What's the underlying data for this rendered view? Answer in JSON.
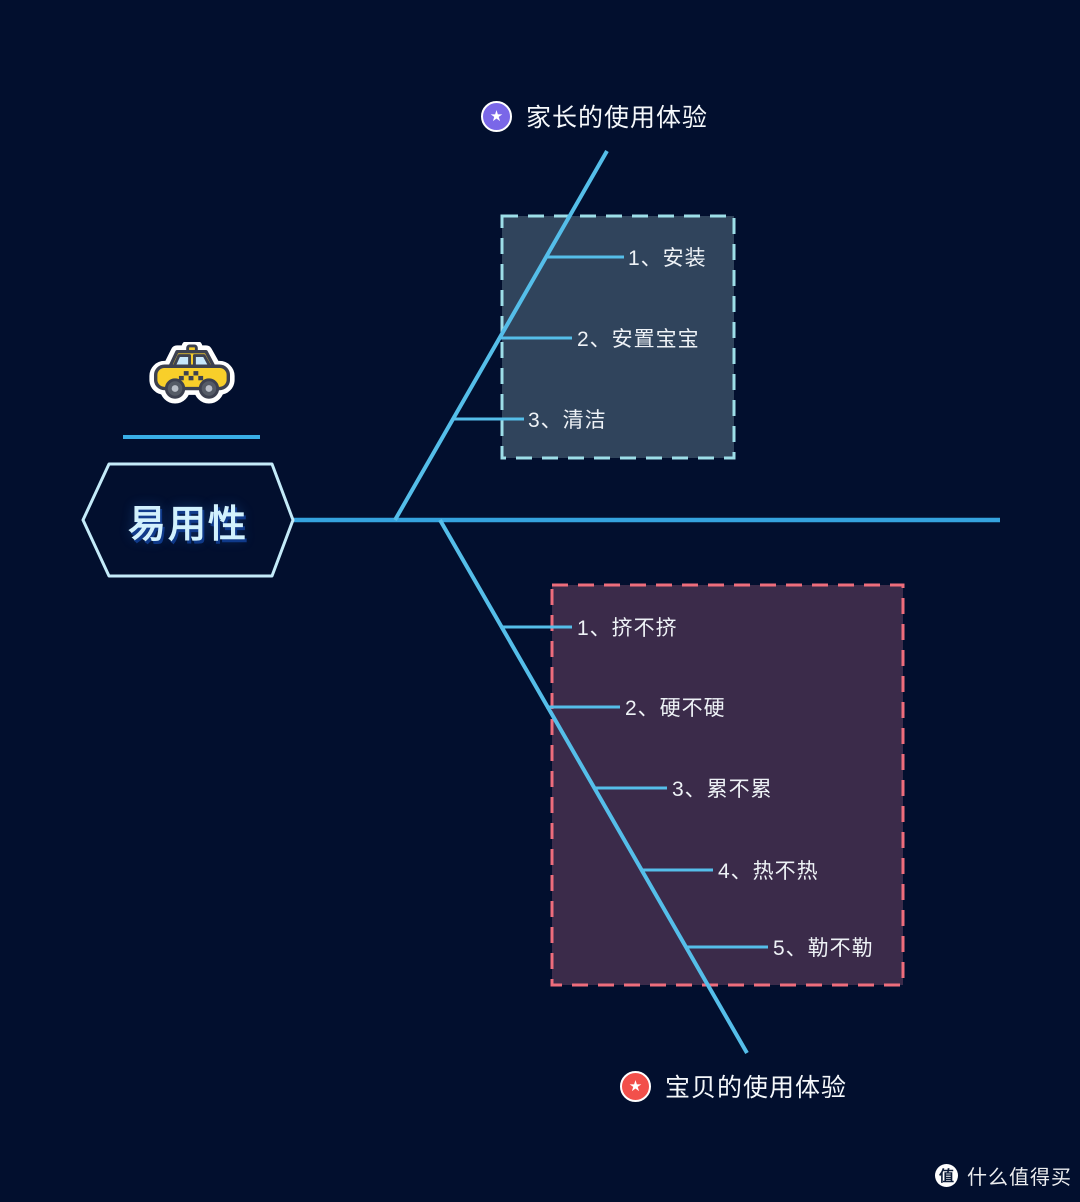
{
  "colors": {
    "background": "#020f2e",
    "main_line": "#35a3de",
    "branch_line": "#55bee9",
    "top_box_fill": "#30445c",
    "top_box_border": "#9ddee8",
    "bottom_box_fill": "#3b2b4a",
    "bottom_box_border": "#ee6d7c",
    "root_border": "#c4ebf9",
    "root_text": "#d2f1fd",
    "parents_star": "#7a67e8",
    "baby_star": "#f2504b",
    "item_text": "#eef2f6",
    "label_text": "#f5f8fb",
    "taxi_yellow": "#f8cf2a"
  },
  "icons": {
    "star_glyph": "★",
    "taxi": "taxi-icon"
  },
  "root": {
    "label": "易用性"
  },
  "branches": {
    "top": {
      "label": "家长的使用体验",
      "items": [
        "1、安装",
        "2、安置宝宝",
        "3、清洁"
      ]
    },
    "bottom": {
      "label": "宝贝的使用体验",
      "items": [
        "1、挤不挤",
        "2、硬不硬",
        "3、累不累",
        "4、热不热",
        "5、勒不勒"
      ]
    }
  },
  "watermark": {
    "logo": "值",
    "text": "什么值得买"
  },
  "color_map": [
    {
      "name": "canvas",
      "css": {
        "background": "#020f2e"
      }
    },
    {
      "name": "main-line",
      "attr": {
        "stroke": "#35a3de"
      }
    },
    {
      "name": "top-branch-line",
      "attr": {
        "stroke": "#55bee9"
      }
    },
    {
      "name": "bottom-branch-line",
      "attr": {
        "stroke": "#55bee9"
      }
    },
    {
      "name": "branch-connector-line",
      "attr": {
        "stroke": "#55bee9"
      }
    },
    {
      "name": "top-branch-box",
      "attr": {
        "fill": "#30445c",
        "stroke": "#9ddee8"
      }
    },
    {
      "name": "bottom-branch-box",
      "attr": {
        "fill": "#3b2b4a",
        "stroke": "#ee6d7c"
      }
    },
    {
      "name": "root-node-shape",
      "attr": {
        "stroke": "#c4ebf9"
      }
    },
    {
      "name": "root-node-label",
      "css": {
        "color": "#d2f1fd"
      }
    },
    {
      "name": "parents-star-icon",
      "css": {
        "background": "#7a67e8"
      }
    },
    {
      "name": "baby-star-icon",
      "css": {
        "background": "#f2504b"
      }
    },
    {
      "name": "taxi-underline",
      "attr": {
        "stroke": "#39aee6"
      }
    }
  ]
}
